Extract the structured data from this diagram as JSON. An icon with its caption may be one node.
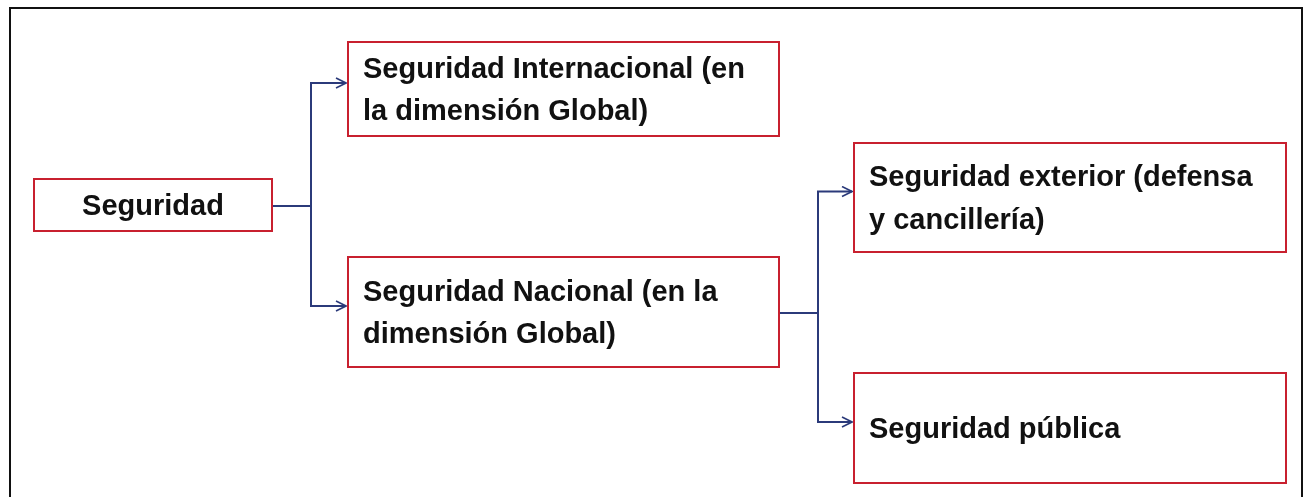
{
  "diagram": {
    "nodes": [
      {
        "text": [
          "Seguridad"
        ]
      },
      {
        "text": [
          "Seguridad Internacional (en la dimensión Global)"
        ]
      },
      {
        "text": [
          "Seguridad Nacional (en la dimensión Global)"
        ]
      },
      {
        "text": [
          "Seguridad exterior (defensa y cancillería)"
        ]
      },
      {
        "text": [
          "Seguridad pública"
        ]
      }
    ],
    "edges": [
      {
        "from": 0,
        "to": 1,
        "arrow": "to"
      },
      {
        "from": 0,
        "to": 2,
        "arrow": "to"
      },
      {
        "from": 2,
        "to": 3,
        "arrow": "to"
      },
      {
        "from": 2,
        "to": 4,
        "arrow": "to"
      }
    ]
  }
}
